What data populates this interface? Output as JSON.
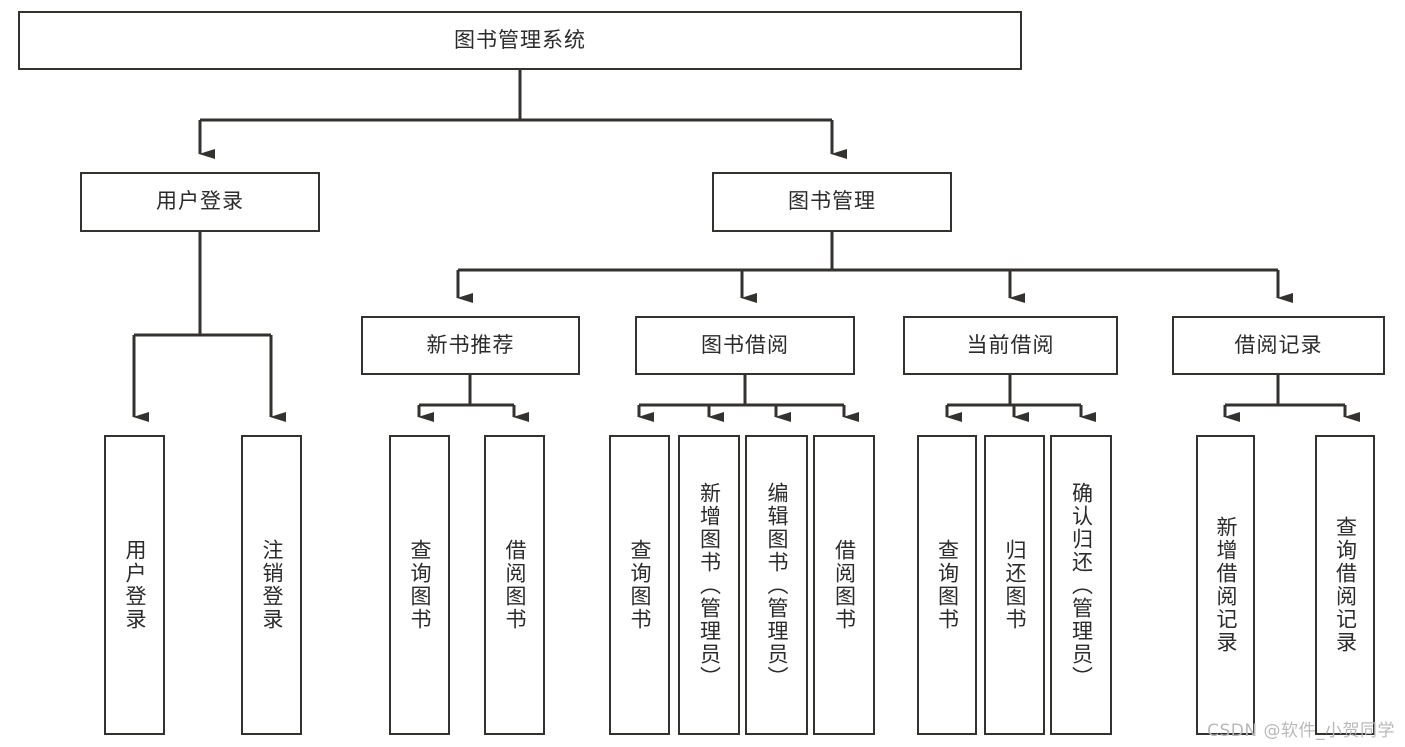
{
  "diagram": {
    "title": "图书管理系统",
    "type": "tree",
    "watermark": "CSDN @软件_小贺同学",
    "colors": {
      "box_border": "#33322f",
      "box_fill": "#ffffff",
      "connector": "#33322f",
      "text": "#2b2b2b",
      "watermark": "#b9b9b9",
      "background": "#ffffff"
    },
    "levels": {
      "root": {
        "label": "图书管理系统"
      },
      "level2": [
        {
          "label": "用户登录"
        },
        {
          "label": "图书管理"
        }
      ],
      "level3": [
        {
          "label": "新书推荐"
        },
        {
          "label": "图书借阅"
        },
        {
          "label": "当前借阅"
        },
        {
          "label": "借阅记录"
        }
      ],
      "leaves": [
        {
          "label": "用户登录",
          "parent": "用户登录"
        },
        {
          "label": "注销登录",
          "parent": "用户登录"
        },
        {
          "label": "查询图书",
          "parent": "新书推荐"
        },
        {
          "label": "借阅图书",
          "parent": "新书推荐"
        },
        {
          "label": "查询图书",
          "parent": "图书借阅"
        },
        {
          "label": "新增图书（管理员）",
          "parent": "图书借阅"
        },
        {
          "label": "编辑图书（管理员）",
          "parent": "图书借阅"
        },
        {
          "label": "借阅图书",
          "parent": "图书借阅"
        },
        {
          "label": "查询图书",
          "parent": "当前借阅"
        },
        {
          "label": "归还图书",
          "parent": "当前借阅"
        },
        {
          "label": "确认归还（管理员）",
          "parent": "当前借阅"
        },
        {
          "label": "新增借阅记录",
          "parent": "借阅记录"
        },
        {
          "label": "查询借阅记录",
          "parent": "借阅记录"
        }
      ]
    }
  }
}
